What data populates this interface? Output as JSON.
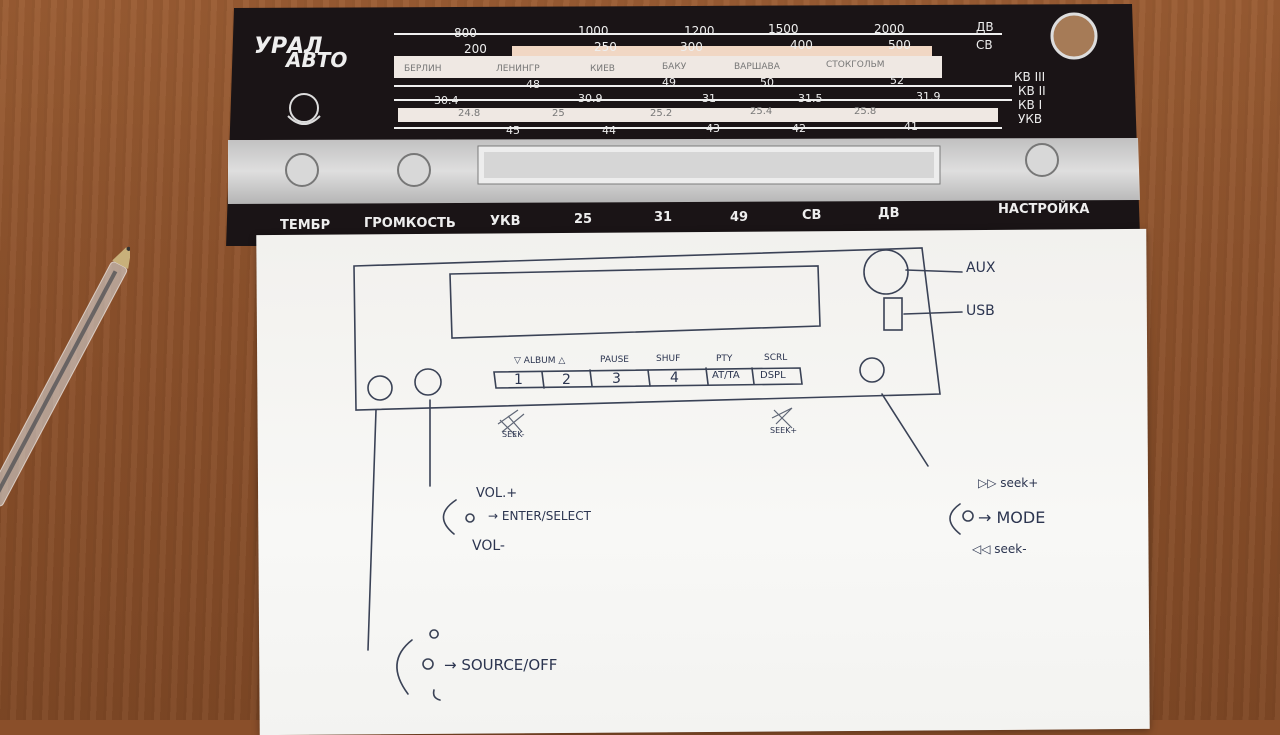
{
  "panel": {
    "brand_line1": "УРАЛ",
    "brand_line2": "АВТО",
    "mw_scale": [
      "800",
      "1000",
      "1200",
      "1500",
      "2000"
    ],
    "mw_scale2": [
      "200",
      "250",
      "300",
      "400",
      "500"
    ],
    "stations": [
      "БЕРЛИН",
      "ЛЕНИНГР",
      "КИЕВ",
      "БАКУ",
      "ВАРШАВА",
      "СТОКГОЛЬМ"
    ],
    "kv3_scale": [
      "48",
      "49",
      "50",
      "52"
    ],
    "kv2_scale": [
      "30.4",
      "30.9",
      "31",
      "31.5",
      "31.9"
    ],
    "kv1_scale": [
      "24.8",
      "25",
      "25.2",
      "25.4",
      "25.8"
    ],
    "ukv_scale": [
      "45",
      "44",
      "43",
      "42",
      "41"
    ],
    "band_labels_right": [
      "ДВ",
      "СВ",
      "КВ III",
      "КВ II",
      "КВ I",
      "УКВ"
    ],
    "bottom_labels": {
      "tembr": "ТЕМБР",
      "volume": "ГРОМКОСТЬ",
      "ukv": "УКВ",
      "b25": "25",
      "b31": "31",
      "b49": "49",
      "sv": "СВ",
      "dv": "ДВ",
      "tuning": "НАСТРОЙКА"
    }
  },
  "sketch": {
    "aux": "AUX",
    "usb": "USB",
    "album": "▽ ALBUM △",
    "pause": "PAUSE",
    "shuf": "SHUF",
    "pty": "PTY",
    "scrl": "SCRL",
    "buttons": [
      "1",
      "2",
      "3",
      "4",
      "AT/TA",
      "DSPL"
    ],
    "scribble_left": "SEEK-",
    "scribble_right": "SEEK+",
    "vol_plus": "VOL.+",
    "enter_select": "→ ENTER/SELECT",
    "vol_minus": "VOL-",
    "seek_plus": "▷▷ seek+",
    "mode": "→ MODE",
    "seek_minus": "◁◁ seek-",
    "source_off": "→ SOURCE/OFF"
  }
}
